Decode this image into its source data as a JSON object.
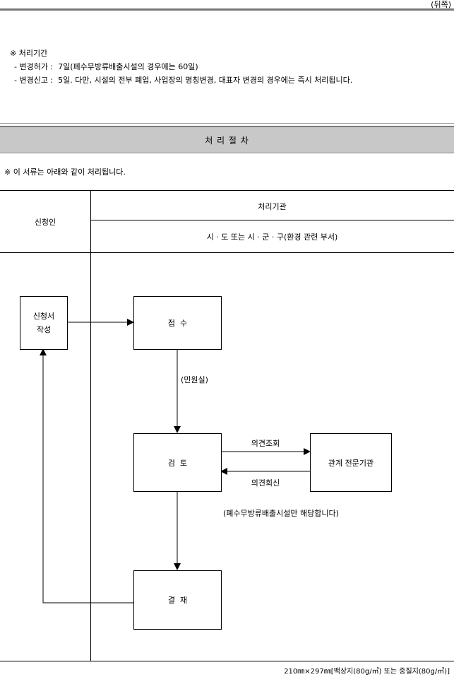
{
  "page_label": "(뒤쪽)",
  "processing_period": {
    "heading": "※ 처리기간",
    "line1": "- 변경허가 :  7일(폐수무방류배출시설의 경우에는 60일)",
    "line2": "- 변경신고 :  5일. 다만, 시설의 전부 폐업, 사업장의 명칭변경, 대표자 변경의 경우에는 즉시 처리됩니다."
  },
  "procedure": {
    "title": "처 리 절 차",
    "note": "※ 이 서류는 아래와 같이 처리됩니다."
  },
  "table": {
    "applicant_header": "신청인",
    "agency_header": "처리기관",
    "agency_sub": "시 · 도 또는 시 · 군 · 구(환경 관련 부서)"
  },
  "flow": {
    "apply": "신청서\n작성",
    "receipt": "접  수",
    "receipt_note": "(민원실)",
    "review": "검  토",
    "inquiry": "의견조회",
    "reply": "의견회신",
    "expert": "관계 전문기관",
    "expert_note": "(폐수무방류배출시설만 해당합니다)",
    "decision": "결  재"
  },
  "footer": "210㎜×297㎜[백상지(80g/㎡) 또는 중질지(80g/㎡)]"
}
